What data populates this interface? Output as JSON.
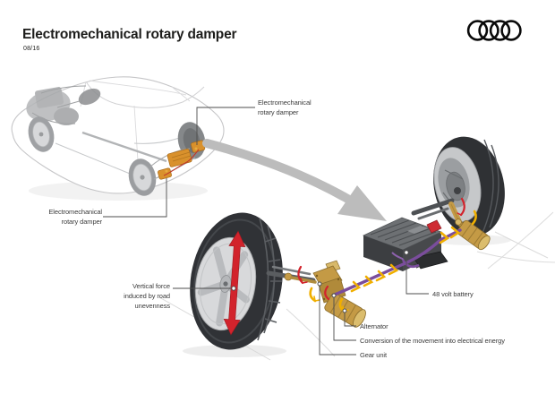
{
  "header": {
    "title": "Electromechanical rotary damper",
    "date": "08/16",
    "logo_icon": "audi-four-rings-logo"
  },
  "labels": {
    "damper_top": {
      "line1": "Electromechanical",
      "line2": "rotary damper"
    },
    "damper_left": {
      "line1": "Electromechanical",
      "line2": "rotary damper"
    },
    "vertical_force": {
      "line1": "Vertical force",
      "line2": "induced by road",
      "line3": "unevenness"
    },
    "battery": "48 volt battery",
    "alternator": "Alternator",
    "conversion": "Conversion of the movement into electrical energy",
    "gear_unit": "Gear unit"
  },
  "colors": {
    "highlight_orange": "#d9912c",
    "brass_gold": "#c49a45",
    "force_red": "#d2232c",
    "cable_purple": "#7a4d9c",
    "arrow_yellow": "#f0af00",
    "flow_arrow_gray": "#bcbcbc",
    "label_text": "#3c3c3c",
    "logo_black": "#0a0a0a"
  }
}
